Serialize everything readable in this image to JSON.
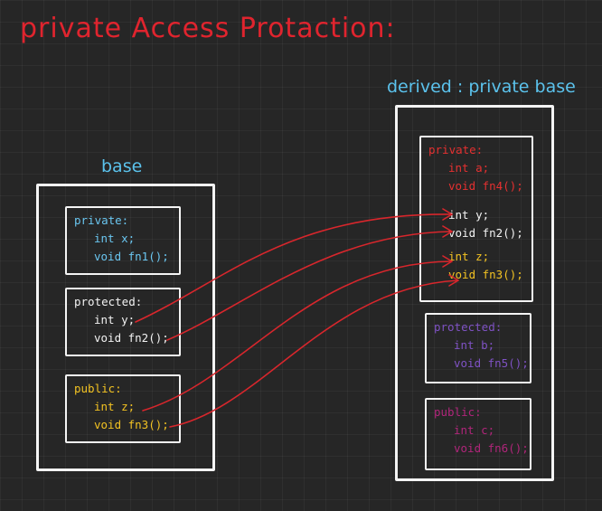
{
  "title": "private Access Protaction:",
  "base": {
    "caption": "base",
    "private": {
      "label": "private:",
      "items": [
        "int x;",
        "void fn1();"
      ]
    },
    "protected": {
      "label": "protected:",
      "items": [
        "int y;",
        "void fn2();"
      ]
    },
    "public": {
      "label": "public:",
      "items": [
        "int z;",
        "void fn3();"
      ]
    }
  },
  "derived": {
    "caption": "derived : private base",
    "private": {
      "label": "private:",
      "items": [
        "int a;",
        "void fn4();"
      ]
    },
    "inherited": [
      "int y;",
      "void fn2();",
      "int z;",
      "void fn3();"
    ],
    "protected": {
      "label": "protected:",
      "items": [
        "int b;",
        "void fn5();"
      ]
    },
    "public": {
      "label": "public:",
      "items": [
        "int c;",
        "void fn6();"
      ]
    }
  },
  "colors": {
    "title": "#e0242e",
    "caption": "#5bc2ec",
    "arrow": "#d8262c",
    "private": "#6ac6f0",
    "protected": "#f2f2f2",
    "public": "#f2c222",
    "derived_private": "#e53030",
    "derived_protected": "#7f52c4",
    "derived_public": "#b0257a"
  }
}
